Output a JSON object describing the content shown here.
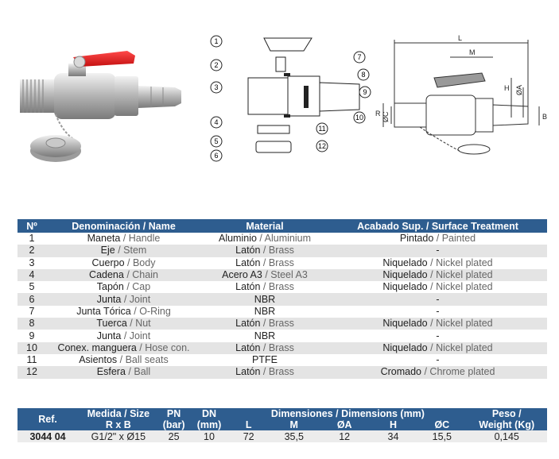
{
  "drawing_labels": {
    "callouts": [
      "1",
      "2",
      "3",
      "4",
      "5",
      "6",
      "7",
      "8",
      "9",
      "10",
      "11",
      "12"
    ],
    "dims": {
      "L": "L",
      "M": "M",
      "H": "H",
      "A": "ØA",
      "B": "B",
      "C": "ØC",
      "R": "R"
    }
  },
  "parts_table": {
    "headers": [
      "Nº",
      "Denominación / Name",
      "Material",
      "Acabado Sup. / Surface Treatment"
    ],
    "rows": [
      {
        "n": "1",
        "name_es": "Maneta",
        "name_en": "Handle",
        "mat_es": "Aluminio",
        "mat_en": "Aluminium",
        "fin_es": "Pintado",
        "fin_en": "Painted"
      },
      {
        "n": "2",
        "name_es": "Eje",
        "name_en": "Stem",
        "mat_es": "Latón",
        "mat_en": "Brass",
        "fin_es": "-",
        "fin_en": ""
      },
      {
        "n": "3",
        "name_es": "Cuerpo",
        "name_en": "Body",
        "mat_es": "Latón",
        "mat_en": "Brass",
        "fin_es": "Niquelado",
        "fin_en": "Nickel plated"
      },
      {
        "n": "4",
        "name_es": "Cadena",
        "name_en": "Chain",
        "mat_es": "Acero A3",
        "mat_en": "Steel A3",
        "fin_es": "Niquelado",
        "fin_en": "Nickel plated"
      },
      {
        "n": "5",
        "name_es": "Tapón",
        "name_en": "Cap",
        "mat_es": "Latón",
        "mat_en": "Brass",
        "fin_es": "Niquelado",
        "fin_en": "Nickel plated"
      },
      {
        "n": "6",
        "name_es": "Junta",
        "name_en": "Joint",
        "mat_es": "NBR",
        "mat_en": "",
        "fin_es": "-",
        "fin_en": ""
      },
      {
        "n": "7",
        "name_es": "Junta Tórica",
        "name_en": "O-Ring",
        "mat_es": "NBR",
        "mat_en": "",
        "fin_es": "-",
        "fin_en": ""
      },
      {
        "n": "8",
        "name_es": "Tuerca",
        "name_en": "Nut",
        "mat_es": "Latón",
        "mat_en": "Brass",
        "fin_es": "Niquelado",
        "fin_en": "Nickel plated"
      },
      {
        "n": "9",
        "name_es": "Junta",
        "name_en": "Joint",
        "mat_es": "NBR",
        "mat_en": "",
        "fin_es": "-",
        "fin_en": ""
      },
      {
        "n": "10",
        "name_es": "Conex. manguera",
        "name_en": "Hose con.",
        "mat_es": "Latón",
        "mat_en": "Brass",
        "fin_es": "Niquelado",
        "fin_en": "Nickel plated"
      },
      {
        "n": "11",
        "name_es": "Asientos",
        "name_en": "Ball seats",
        "mat_es": "PTFE",
        "mat_en": "",
        "fin_es": "-",
        "fin_en": ""
      },
      {
        "n": "12",
        "name_es": "Esfera",
        "name_en": "Ball",
        "mat_es": "Latón",
        "mat_en": "Brass",
        "fin_es": "Cromado",
        "fin_en": "Chrome plated"
      }
    ]
  },
  "dim_table": {
    "h_ref": "Ref.",
    "h_size": "Medida / Size",
    "h_size2": "R x B",
    "h_pn": "PN",
    "h_pn2": "(bar)",
    "h_dn": "DN",
    "h_dn2": "(mm)",
    "h_dims": "Dimensiones / Dimensions (mm)",
    "h_L": "L",
    "h_M": "M",
    "h_A": "ØA",
    "h_H": "H",
    "h_C": "ØC",
    "h_weight": "Peso /",
    "h_weight2": "Weight (Kg)",
    "row": {
      "ref": "3044 04",
      "size": "G1/2\" x Ø15",
      "pn": "25",
      "dn": "10",
      "L": "72",
      "M": "35,5",
      "A": "12",
      "H": "34",
      "C": "15,5",
      "weight": "0,145"
    }
  },
  "colors": {
    "header": "#2e5d8f",
    "handle": "#e02020",
    "stripe": "#e4e4e4"
  }
}
